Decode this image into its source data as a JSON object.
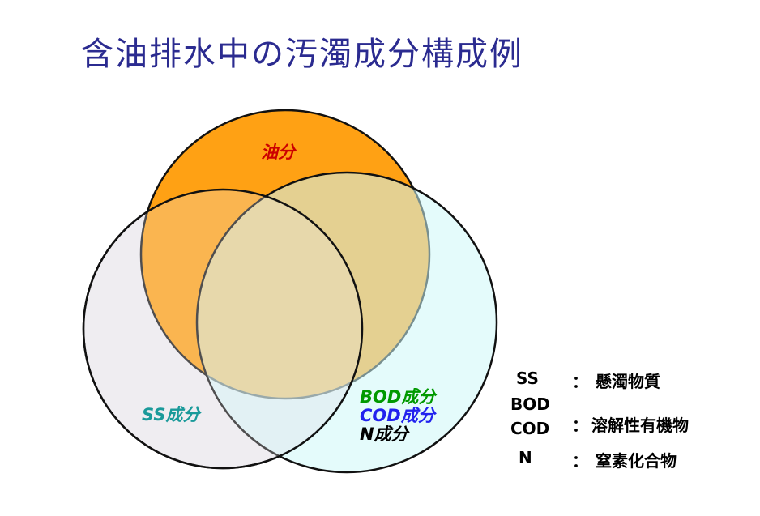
{
  "title": "含油排水中の汚濁成分構成例",
  "circles": {
    "oil": {
      "label": "油分",
      "fill": "#ff9900",
      "label_color": "#cc0000"
    },
    "ss": {
      "label": "SS成分",
      "fill": "#efedf2",
      "label_color": "#1a9a9a"
    },
    "dissolved": {
      "fill": "#cdf7f7",
      "labels": [
        {
          "text": "BOD成分",
          "color": "#009900"
        },
        {
          "text": "COD成分",
          "color": "#2222ee"
        },
        {
          "text": "N成分",
          "color": "#000000"
        }
      ]
    }
  },
  "legend": {
    "items": [
      {
        "abbr": "SS",
        "sep": "：",
        "desc": "懸濁物質"
      },
      {
        "abbr": "BOD",
        "sep": "",
        "desc": ""
      },
      {
        "abbr": "COD",
        "sep": "：",
        "desc": "溶解性有機物"
      },
      {
        "abbr": "N",
        "sep": "：",
        "desc": "窒素化合物"
      }
    ]
  }
}
